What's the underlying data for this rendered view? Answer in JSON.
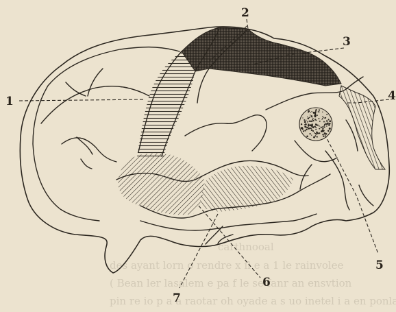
{
  "figure": {
    "labels": [
      "1",
      "2",
      "3",
      "4",
      "5",
      "6",
      "7"
    ],
    "background": "#ece3cf",
    "ink": "#2b261f"
  },
  "bleed_text": [
    "carthnooal",
    "des ayant lorn o rendre x  il e a  1  le rainvolee",
    "( Bean  ler lasalem e pa f le  se fanr  an ensvtion",
    "pin  re   io p a a raotar oh oyade  a   s uo inetel     i a  en ponlar"
  ]
}
